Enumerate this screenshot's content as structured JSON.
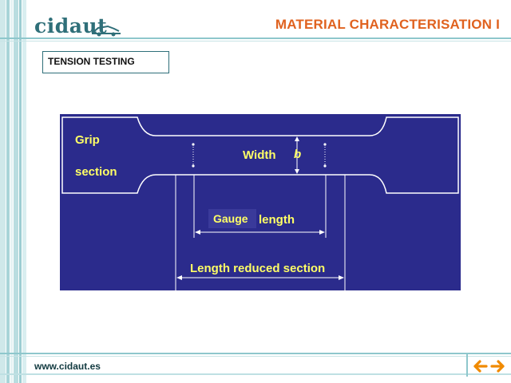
{
  "header": {
    "logo_text": "cidaut",
    "title": "MATERIAL CHARACTERISATION I"
  },
  "section": {
    "label": "TENSION TESTING"
  },
  "diagram": {
    "grip_label": "Grip",
    "section_label": "section",
    "width_label": "Width",
    "width_symbol": "b",
    "gauge_label": "Gauge",
    "length_label": "length",
    "reduced_section_label": "Length reduced section"
  },
  "footer": {
    "url": "www.cidaut.es",
    "prev_icon": "arrow-left-icon",
    "next_icon": "arrow-right-icon"
  },
  "colors": {
    "brand_teal": "#2f6f79",
    "title_orange": "#e0621f",
    "diagram_bg": "#2b2b8c",
    "label_yellow": "#ffff66",
    "arrow_orange": "#f08a00"
  }
}
